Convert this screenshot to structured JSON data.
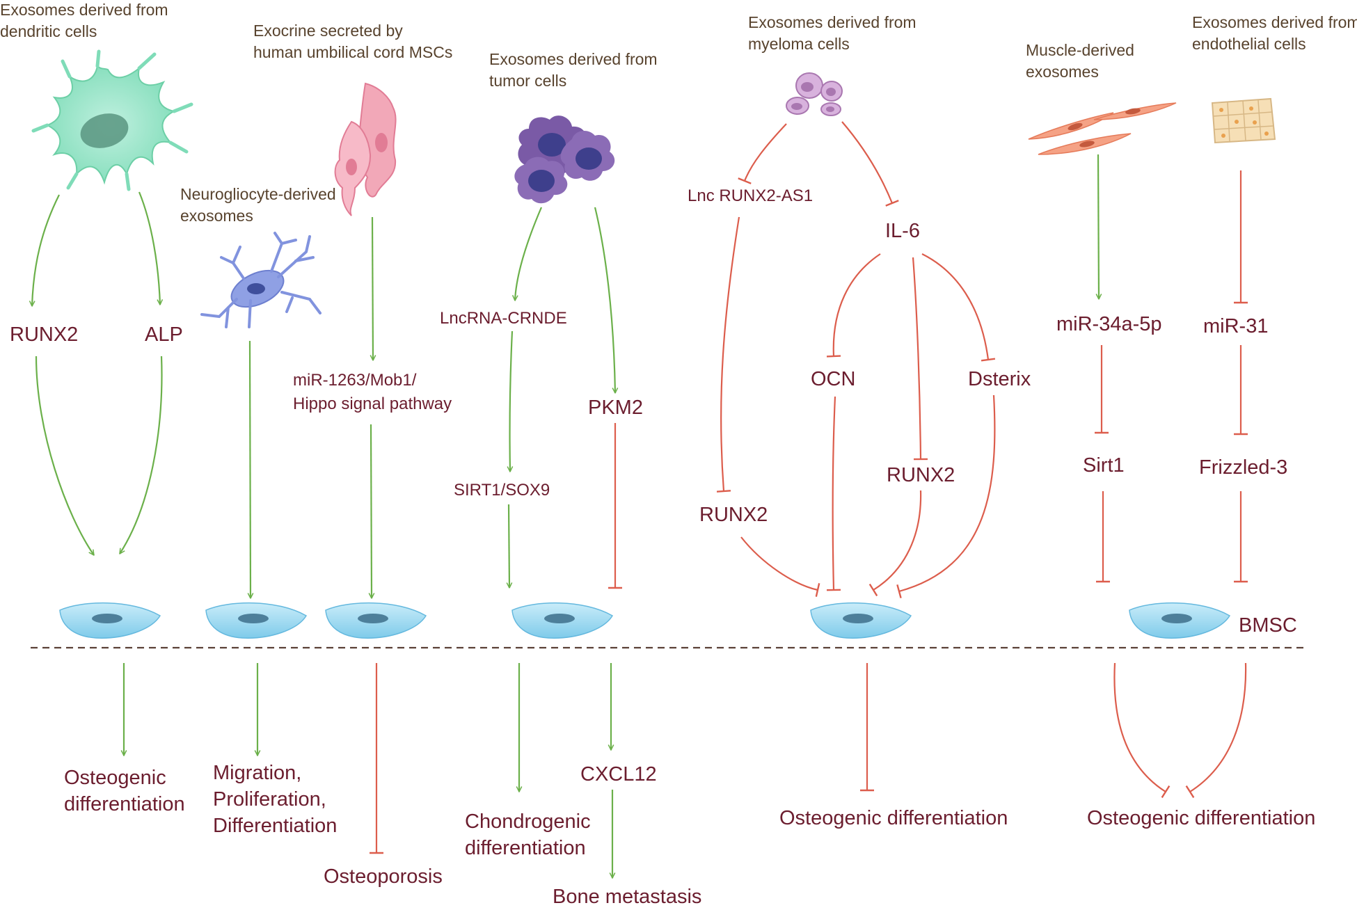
{
  "colors": {
    "activate": "#6bb04a",
    "inhibit": "#dc5d4c",
    "label_text": "#6b1d2e",
    "header_text": "#58432e",
    "bmsc_cell": "#8fd2ef"
  },
  "sources": {
    "dendritic": [
      "Exosomes derived from",
      "dendritic cells"
    ],
    "neuroglio": [
      "Neurogliocyte-derived",
      "exosomes"
    ],
    "umbilical": [
      "Exocrine secreted by",
      "human umbilical cord MSCs"
    ],
    "tumor": [
      "Exosomes derived from",
      "tumor cells"
    ],
    "myeloma": [
      "Exosomes derived from",
      "myeloma cells"
    ],
    "muscle": [
      "Muscle-derived",
      "exosomes"
    ],
    "endothelial": [
      "Exosomes derived from",
      "endothelial cells"
    ]
  },
  "mediators": {
    "runx2_dc": "RUNX2",
    "alp": "ALP",
    "mir1263": [
      "miR-1263/Mob1/",
      "Hippo signal pathway"
    ],
    "crnde": "LncRNA-CRNDE",
    "sirt1_sox9": "SIRT1/SOX9",
    "pkm2": "PKM2",
    "lnc_runx2_as1": "Lnc RUNX2-AS1",
    "il6": "IL-6",
    "ocn": "OCN",
    "dsterix": "Dsterix",
    "runx2_il6": "RUNX2",
    "runx2_lnc": "RUNX2",
    "mir34a": "miR-34a-5p",
    "sirt1": "Sirt1",
    "mir31": "miR-31",
    "frizzled3": "Frizzled-3",
    "cxcl12": "CXCL12"
  },
  "target_cell_label": "BMSC",
  "outcomes": {
    "dendritic": [
      "Osteogenic",
      "differentiation"
    ],
    "neuroglio": [
      "Migration,",
      "Proliferation,",
      "Differentiation"
    ],
    "umbilical": "Osteoporosis",
    "tumor_crnde": [
      "Chondrogenic",
      "differentiation"
    ],
    "tumor_pkm2": "Bone metastasis",
    "myeloma": "Osteogenic differentiation",
    "muscle_endo": "Osteogenic differentiation"
  },
  "icons": [
    "dendritic-cell-icon",
    "neurogliocyte-icon",
    "umbilical-cord-msc-icon",
    "tumor-cells-icon",
    "myeloma-cells-icon",
    "muscle-cells-icon",
    "endothelial-cells-icon",
    "bmsc-cell-icon"
  ]
}
